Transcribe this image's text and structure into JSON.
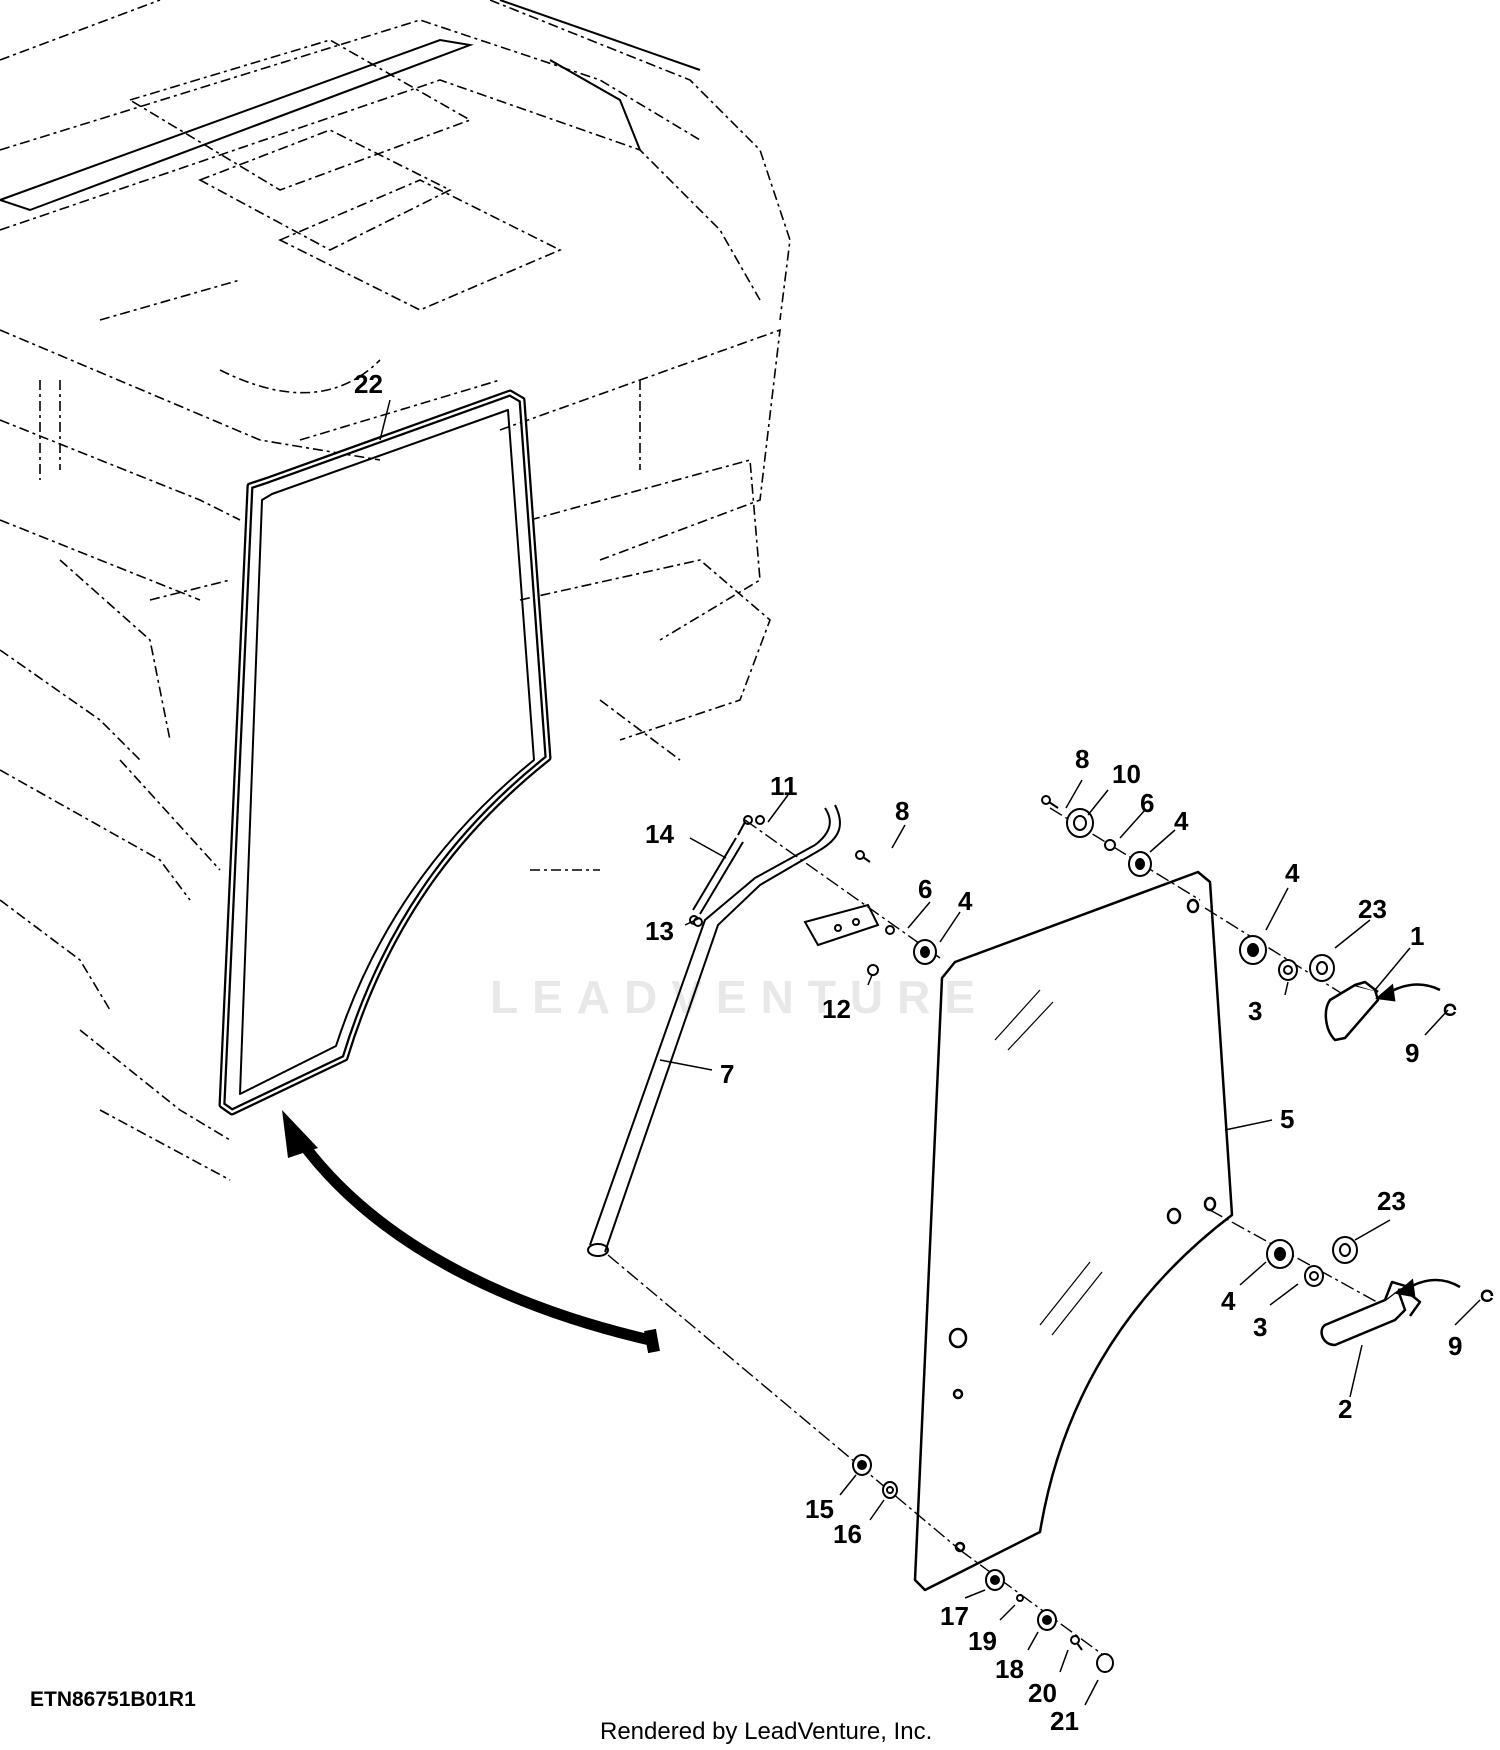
{
  "figure_id": "ETN86751B01R1",
  "footer": {
    "rendered_by": "Rendered by LeadVenture, Inc."
  },
  "watermark": {
    "text": "LEADVENTURE"
  },
  "callouts": [
    {
      "id": "c22",
      "label": "22"
    },
    {
      "id": "c11",
      "label": "11"
    },
    {
      "id": "c14",
      "label": "14"
    },
    {
      "id": "c13",
      "label": "13"
    },
    {
      "id": "c8a",
      "label": "8"
    },
    {
      "id": "c6a",
      "label": "6"
    },
    {
      "id": "c4a",
      "label": "4"
    },
    {
      "id": "c12",
      "label": "12"
    },
    {
      "id": "c7",
      "label": "7"
    },
    {
      "id": "c8b",
      "label": "8"
    },
    {
      "id": "c10",
      "label": "10"
    },
    {
      "id": "c6b",
      "label": "6"
    },
    {
      "id": "c4b",
      "label": "4"
    },
    {
      "id": "c4c",
      "label": "4"
    },
    {
      "id": "c23a",
      "label": "23"
    },
    {
      "id": "c1",
      "label": "1"
    },
    {
      "id": "c3a",
      "label": "3"
    },
    {
      "id": "c9a",
      "label": "9"
    },
    {
      "id": "c5",
      "label": "5"
    },
    {
      "id": "c23b",
      "label": "23"
    },
    {
      "id": "c4d",
      "label": "4"
    },
    {
      "id": "c3b",
      "label": "3"
    },
    {
      "id": "c9b",
      "label": "9"
    },
    {
      "id": "c2",
      "label": "2"
    },
    {
      "id": "c15",
      "label": "15"
    },
    {
      "id": "c16",
      "label": "16"
    },
    {
      "id": "c17",
      "label": "17"
    },
    {
      "id": "c19",
      "label": "19"
    },
    {
      "id": "c18",
      "label": "18"
    },
    {
      "id": "c20",
      "label": "20"
    },
    {
      "id": "c21",
      "label": "21"
    }
  ]
}
